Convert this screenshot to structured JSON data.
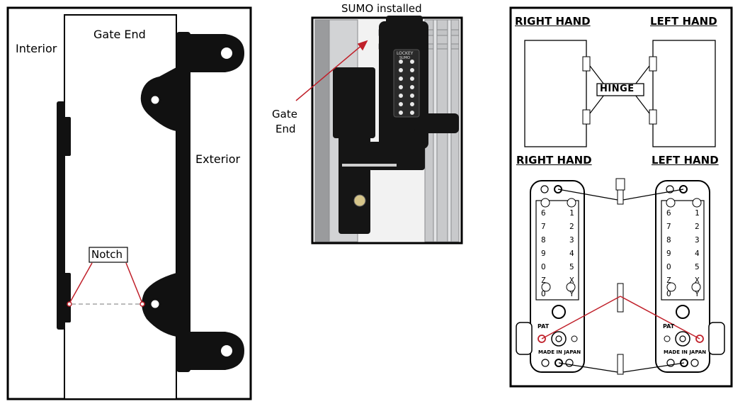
{
  "panel_left": {
    "interior_label": "Interior",
    "gate_end_label": "Gate End",
    "exterior_label": "Exterior",
    "notch_label": "Notch"
  },
  "panel_middle": {
    "title": "SUMO installed",
    "gate_label_line1": "Gate",
    "gate_label_line2": "End",
    "lock_brand": "LOCKEY",
    "lock_model": "SUMO"
  },
  "panel_right": {
    "top_right_hand": "RIGHT HAND",
    "top_left_hand": "LEFT HAND",
    "hinge_label": "HINGE",
    "bottom_right_hand": "RIGHT HAND",
    "bottom_left_hand": "LEFT HAND",
    "keys_left_col": [
      "6",
      "7",
      "8",
      "9",
      "O",
      "Z",
      "O"
    ],
    "keys_right_col": [
      "1",
      "2",
      "3",
      "4",
      "5",
      "X",
      "Y"
    ],
    "pat_label": "PAT",
    "made_in_label": "MADE IN JAPAN"
  },
  "colors": {
    "accent_red": "#c0202a",
    "ink": "#000000",
    "gate_metal": "#bfc0c2"
  }
}
